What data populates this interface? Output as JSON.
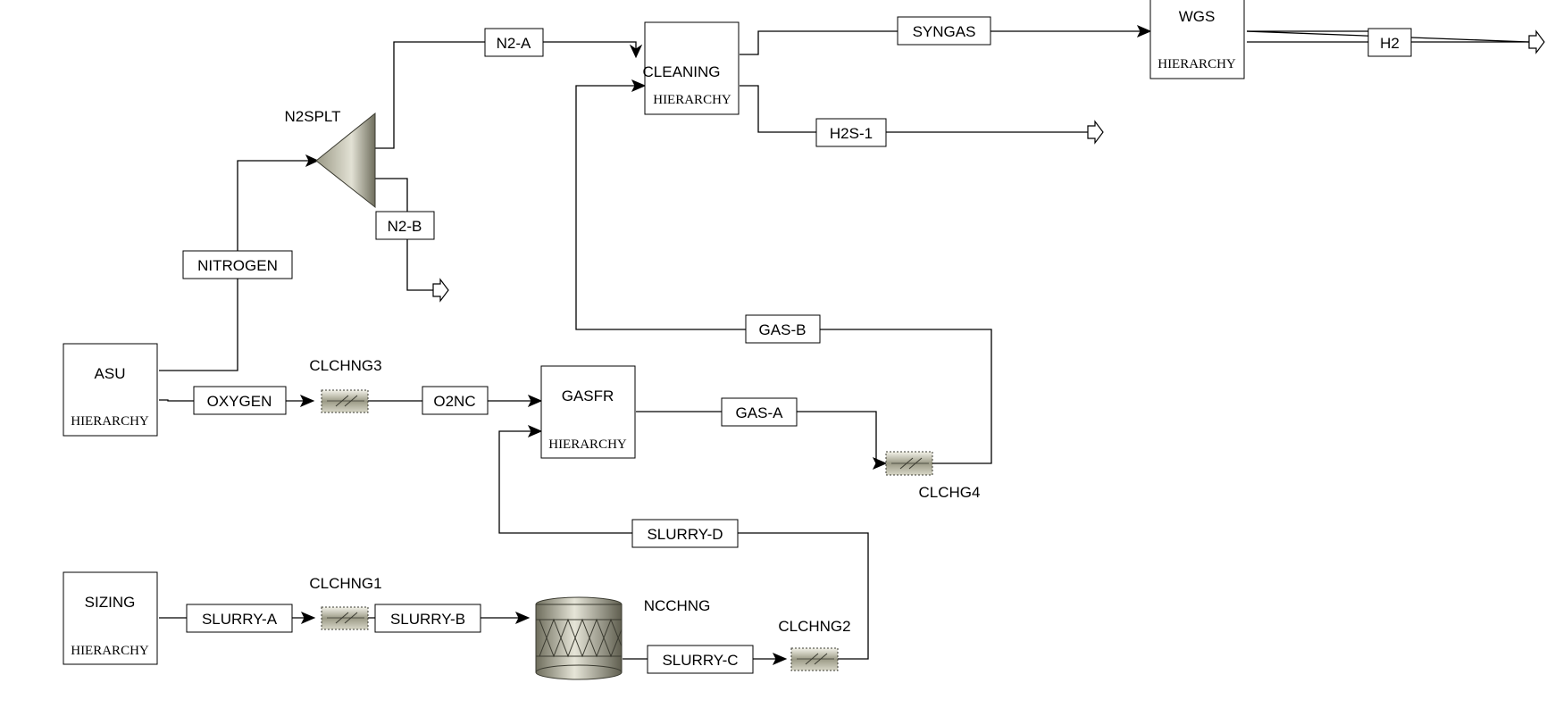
{
  "blocks": {
    "asu": {
      "name": "ASU",
      "sub": "HIERARCHY"
    },
    "sizing": {
      "name": "SIZING",
      "sub": "HIERARCHY"
    },
    "gasfr": {
      "name": "GASFR",
      "sub": "HIERARCHY"
    },
    "cleaning": {
      "name": "CLEANING",
      "sub": "HIERARCHY"
    },
    "wgs": {
      "name": "WGS",
      "sub": "HIERARCHY"
    },
    "n2splt": {
      "name": "N2SPLT"
    },
    "ncchng": {
      "name": "NCCHNG"
    },
    "clchng1": {
      "name": "CLCHNG1"
    },
    "clchng2": {
      "name": "CLCHNG2"
    },
    "clchng3": {
      "name": "CLCHNG3"
    },
    "clchg4": {
      "name": "CLCHG4"
    }
  },
  "streams": {
    "nitrogen": "NITROGEN",
    "oxygen": "OXYGEN",
    "o2nc": "O2NC",
    "n2a": "N2-A",
    "n2b": "N2-B",
    "syngas": "SYNGAS",
    "h2s1": "H2S-1",
    "h2": "H2",
    "gasa": "GAS-A",
    "gasb": "GAS-B",
    "slurrya": "SLURRY-A",
    "slurryb": "SLURRY-B",
    "slurryc": "SLURRY-C",
    "slurryd": "SLURRY-D"
  }
}
